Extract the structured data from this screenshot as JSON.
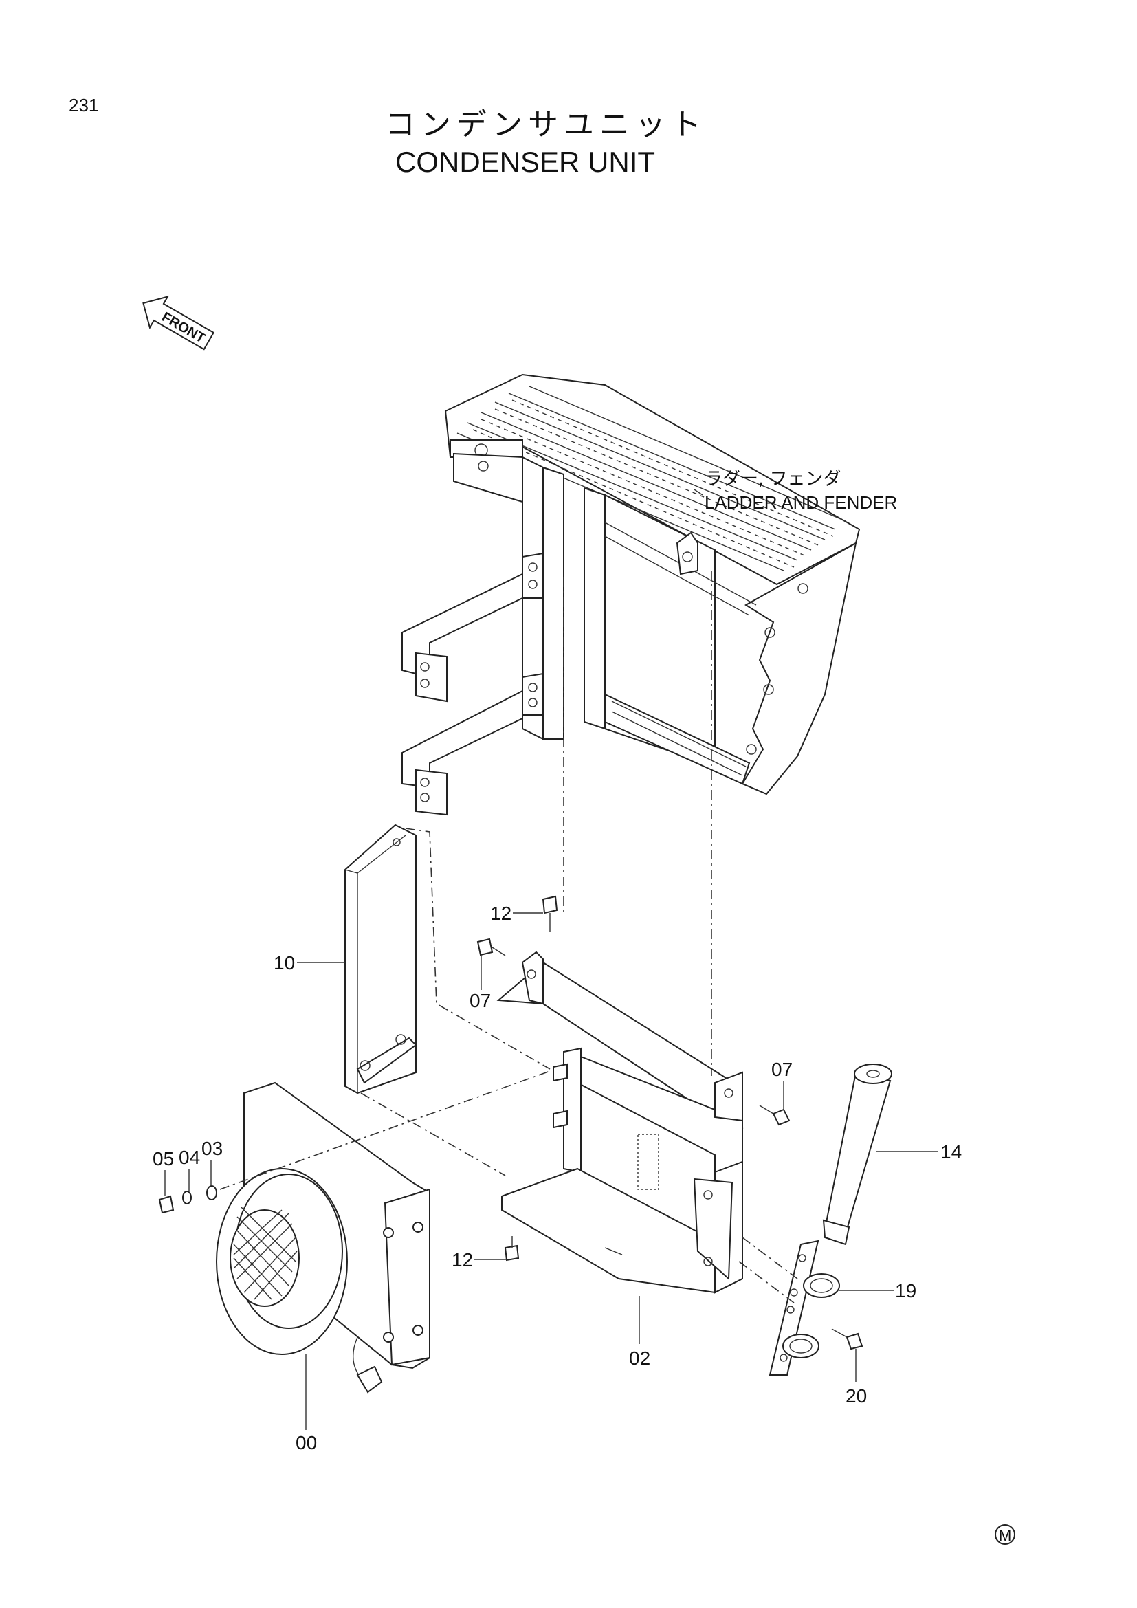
{
  "page_number": "231",
  "title_jp": "コンデンサユニット",
  "title_en": "CONDENSER UNIT",
  "front_label": "FRONT",
  "reference_assembly": {
    "label_jp": "ラダー, フェンダ",
    "label_en": "LADDER AND FENDER"
  },
  "callouts": {
    "c00": "00",
    "c02": "02",
    "c03": "03",
    "c04": "04",
    "c05": "05",
    "c07a": "07",
    "c07b": "07",
    "c10": "10",
    "c12a": "12",
    "c12b": "12",
    "c14": "14",
    "c19": "19",
    "c20": "20"
  },
  "corner_mark": "M",
  "icon_front_arrow": "front-arrow-icon",
  "icon_corner_mark": "circled-m-icon"
}
